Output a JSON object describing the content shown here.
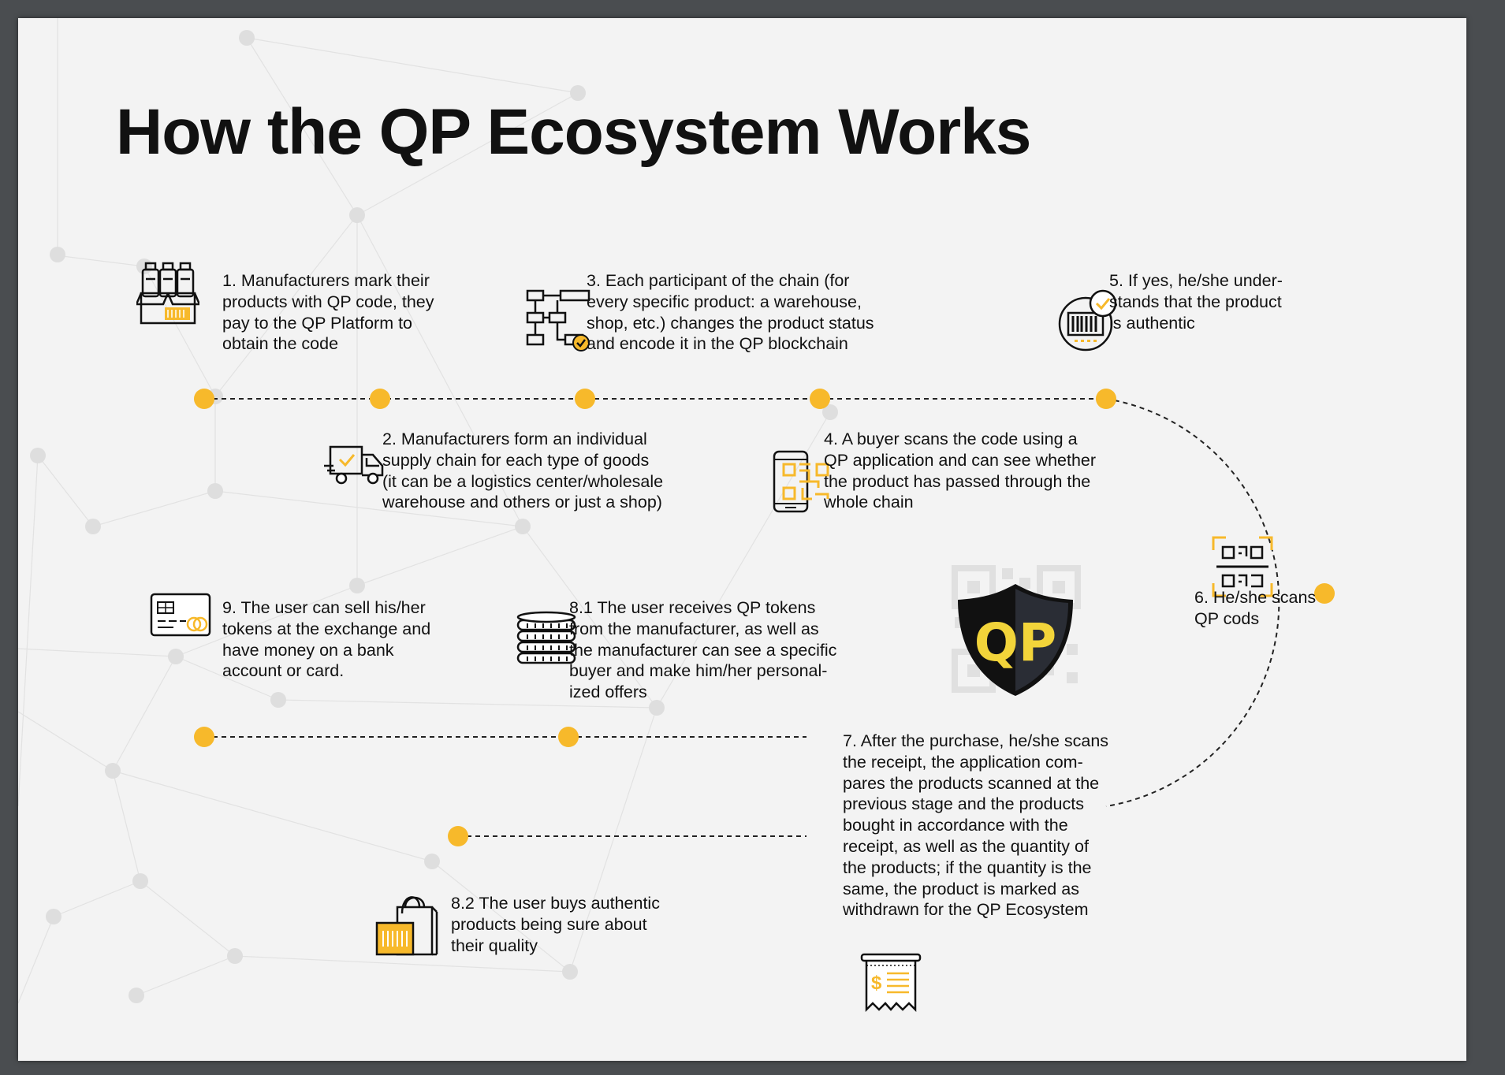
{
  "title": "How the QP Ecosystem Works",
  "colors": {
    "accent": "#f7b92b",
    "ink": "#111111",
    "page": "#f3f3f3",
    "frame": "#4a4d50"
  },
  "logo": {
    "text": "QP"
  },
  "steps": [
    {
      "id": "1",
      "icon": "products-box-icon",
      "text": "1. Manufacturers mark their\nproducts with QP code, they\npay to the QP Platform to\nobtain the code"
    },
    {
      "id": "2",
      "icon": "delivery-truck-icon",
      "text": "2. Manufacturers form an individual\nsupply chain for each type of goods\n(it can be a logistics center/wholesale\nwarehouse and others or just a shop)"
    },
    {
      "id": "3",
      "icon": "supply-chain-icon",
      "text": "3. Each participant of the chain (for\nevery specific product: a warehouse,\nshop, etc.) changes the product status\nand encode it in the QP blockchain"
    },
    {
      "id": "4",
      "icon": "phone-qr-icon",
      "text": "4. A buyer scans the code using a\nQP application and can see whether\nthe product has passed through the\nwhole chain"
    },
    {
      "id": "5",
      "icon": "verified-barcode-icon",
      "text": "5. If yes, he/she under-\nstands that the product\nis authentic"
    },
    {
      "id": "6",
      "icon": "qr-scan-icon",
      "text": "6. He/she scans\nQP cods"
    },
    {
      "id": "7",
      "icon": "receipt-icon",
      "text": "7. After the purchase, he/she scans\nthe receipt, the application com-\npares the products scanned at the\nprevious stage and the products\nbought in accordance with the\nreceipt, as well as the quantity of\nthe products; if the quantity is the\nsame, the product is marked as\nwithdrawn for the QP Ecosystem"
    },
    {
      "id": "8.1",
      "icon": "coin-stack-icon",
      "text": "8.1 The user receives QP tokens\nfrom the manufacturer,  as well as\nthe manufacturer can see a specific\nbuyer and make him/her personal-\nized offers"
    },
    {
      "id": "8.2",
      "icon": "shopping-bag-icon",
      "text": "8.2 The user buys authentic\nproducts being sure about\ntheir quality"
    },
    {
      "id": "9",
      "icon": "bank-card-icon",
      "text": "9. The user can sell his/her\ntokens at the exchange and\nhave money on a bank\naccount or card."
    }
  ]
}
